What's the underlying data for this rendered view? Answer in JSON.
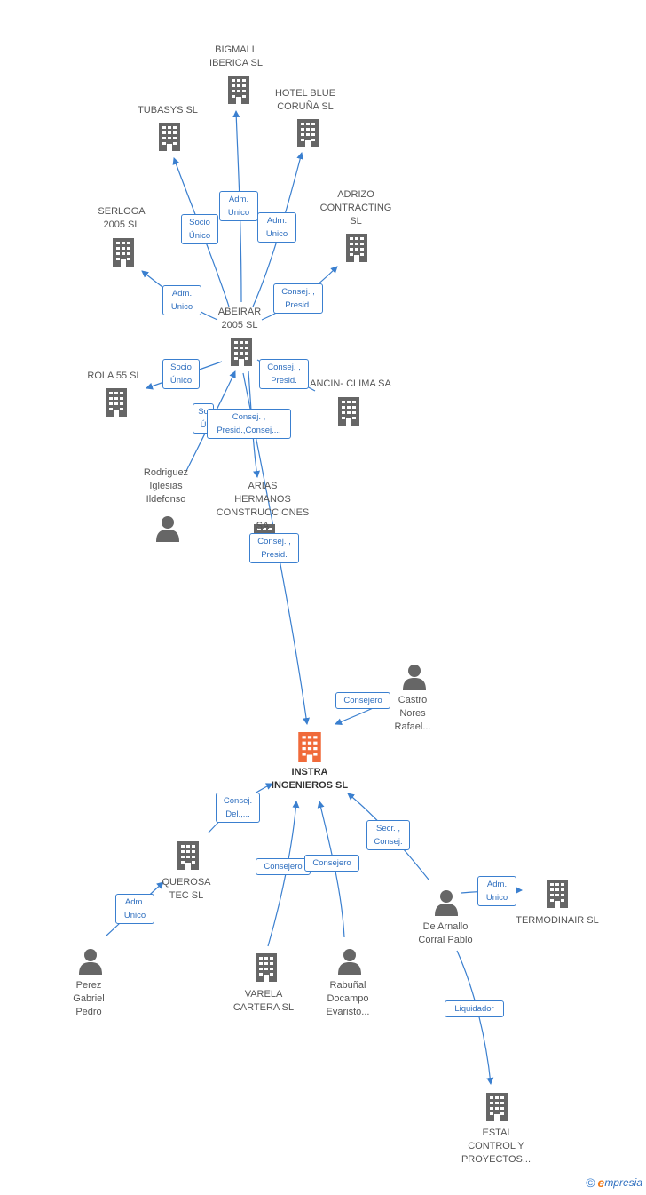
{
  "colors": {
    "edge": "#3a7fcf",
    "building": "#666666",
    "center_building": "#f06a3a",
    "person": "#666666"
  },
  "nodes": {
    "bigmall": "BIGMALL\nIBERICA SL",
    "hotelblue": "HOTEL BLUE\nCORUÑA SL",
    "tubasys": "TUBASYS SL",
    "adrizo": "ADRIZO\nCONTRACTING\nSL",
    "serloga": "SERLOGA\n2005 SL",
    "abeirar": "ABEIRAR\n2005 SL",
    "rola": "ROLA 55 SL",
    "ancin": "ANCIN- CLIMA SA",
    "rodriguez": "Rodriguez\nIglesias\nIldefonso",
    "arias": "ARIAS\nHERMANOS\nCONSTRUCCIONES SA",
    "castro": "Castro\nNores\nRafael...",
    "instra": "INSTRA\nINGENIEROS SL",
    "querosa": "QUEROSA\nTEC SL",
    "termodinair": "TERMODINAIR SL",
    "dearnallo": "De Arnallo\nCorral Pablo",
    "perez": "Perez\nGabriel\nPedro",
    "varela": "VARELA\nCARTERA  SL",
    "rabunal": "Rabuñal\nDocampo\nEvaristo...",
    "estai": "ESTAI\nCONTROL Y\nPROYECTOS..."
  },
  "edges": {
    "abeirar_bigmall": "Adm.\nUnico",
    "abeirar_tubasys": "Socio\nÚnico",
    "abeirar_hotelblue": "Adm.\nUnico",
    "abeirar_serloga": "Adm.\nUnico",
    "abeirar_adrizo": "Consej. ,\nPresid.",
    "abeirar_rola": "Socio\nÚnico",
    "abeirar_ancin": "Consej. ,\nPresid.",
    "rodriguez_abeirar_partial": "So\nÚ",
    "rodriguez_arias": "Consej. ,\nPresid.,Consej....",
    "abeirar_instra": "Consej. ,\nPresid.",
    "castro_instra": "Consejero",
    "querosa_instra": "Consej.\nDel.,...",
    "perez_querosa": "Adm.\nUnico",
    "varela_instra": "Consejero",
    "rabunal_instra": "Consejero",
    "dearnallo_instra": "Secr. ,\nConsej.",
    "dearnallo_termodinair": "Adm.\nUnico",
    "dearnallo_estai": "Liquidador"
  },
  "brand": {
    "copyright": "©",
    "name_first": "e",
    "name_rest": "mpresia"
  }
}
